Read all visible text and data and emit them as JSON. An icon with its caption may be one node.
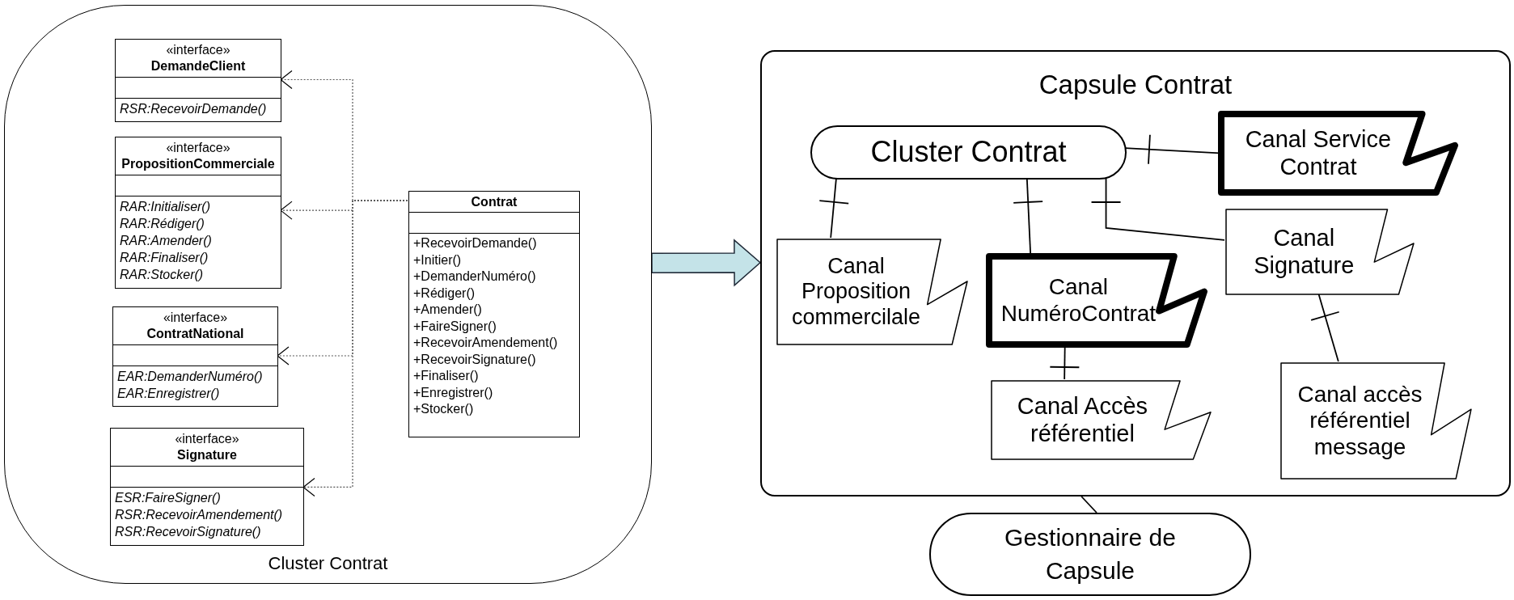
{
  "diagram": {
    "nodes": [
      {
        "text": [
          "Cluster Contrat"
        ]
      },
      {
        "text": [
          "«interface»",
          "DemandeClient",
          "RSR:RecevoirDemande()"
        ],
        "in": 0
      },
      {
        "text": [
          "«interface»",
          "PropositionCommerciale",
          "RAR:Initialiser()",
          "RAR:Rédiger()",
          "RAR:Amender()",
          "RAR:Finaliser()",
          "RAR:Stocker()"
        ],
        "in": 0
      },
      {
        "text": [
          "«interface»",
          "ContratNational",
          "EAR:DemanderNuméro()",
          "EAR:Enregistrer()"
        ],
        "in": 0
      },
      {
        "text": [
          "«interface»",
          "Signature",
          "ESR:FaireSigner()",
          "RSR:RecevoirAmendement()",
          "RSR:RecevoirSignature()"
        ],
        "in": 0
      },
      {
        "text": [
          "Contrat",
          "+RecevoirDemande()",
          "+Initier()",
          "+DemanderNuméro()",
          "+Rédiger()",
          "+Amender()",
          "+FaireSigner()",
          "+RecevoirAmendement()",
          "+RecevoirSignature()",
          "+Finaliser()",
          "+Enregistrer()",
          "+Stocker()"
        ],
        "in": 0
      },
      {
        "text": [
          "Capsule Contrat"
        ]
      },
      {
        "text": [
          "Cluster Contrat"
        ],
        "in": 6
      },
      {
        "text": [
          "Canal Service Contrat"
        ],
        "in": 6
      },
      {
        "text": [
          "Canal Proposition commercilale"
        ],
        "in": 6
      },
      {
        "text": [
          "Canal NuméroContrat"
        ],
        "in": 6
      },
      {
        "text": [
          "Canal Signature"
        ],
        "in": 6
      },
      {
        "text": [
          "Canal Accès référentiel"
        ],
        "in": 6
      },
      {
        "text": [
          "Canal accès référentiel message"
        ],
        "in": 6
      },
      {
        "text": [
          "Gestionnaire de Capsule"
        ]
      }
    ],
    "edges": [
      {
        "from": 5,
        "to": 1,
        "arrow": "to",
        "style": "dashed"
      },
      {
        "from": 5,
        "to": 2,
        "arrow": "to",
        "style": "dashed"
      },
      {
        "from": 5,
        "to": 3,
        "arrow": "to",
        "style": "dashed"
      },
      {
        "from": 5,
        "to": 4,
        "arrow": "to",
        "style": "dashed"
      },
      {
        "from": 0,
        "to": 6,
        "arrow": "to",
        "style": "thick",
        "color": "#c4e3e8"
      },
      {
        "from": 7,
        "to": 8,
        "arrow": "other"
      },
      {
        "from": 7,
        "to": 9,
        "arrow": "other"
      },
      {
        "from": 7,
        "to": 10,
        "arrow": "other"
      },
      {
        "from": 7,
        "to": 11,
        "arrow": "other"
      },
      {
        "from": 11,
        "to": 13,
        "arrow": "other"
      },
      {
        "from": 10,
        "to": 12,
        "arrow": "other"
      },
      {
        "from": 6,
        "to": 14,
        "arrow": "none"
      }
    ]
  }
}
